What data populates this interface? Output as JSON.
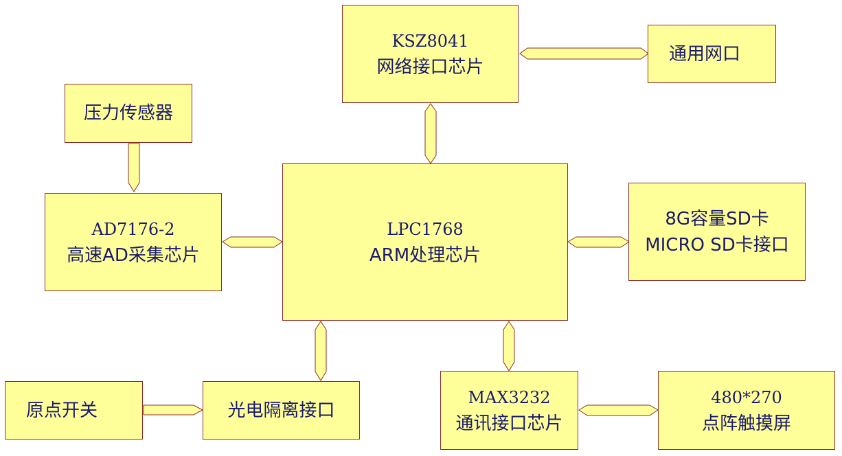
{
  "blocks": {
    "ksz": {
      "line1": "KSZ8041",
      "line2": "网络接口芯片"
    },
    "ethernet": {
      "label": "通用网口"
    },
    "pressure": {
      "label": "压力传感器"
    },
    "ad": {
      "line1": "AD7176-2",
      "line2": "高速AD采集芯片"
    },
    "lpc": {
      "line1": "LPC1768",
      "line2": "ARM处理芯片"
    },
    "sd": {
      "line1": "8G容量SD卡",
      "line2": "MICRO SD卡接口"
    },
    "origin": {
      "label": "原点开关"
    },
    "opto": {
      "label": "光电隔离接口"
    },
    "max": {
      "line1": "MAX3232",
      "line2": "通讯接口芯片"
    },
    "touch": {
      "line1": "480*270",
      "line2": "点阵触摸屏"
    }
  },
  "colors": {
    "fill": "#ffff99",
    "border": "#8b2e2e",
    "text": "#1a1a6e"
  }
}
